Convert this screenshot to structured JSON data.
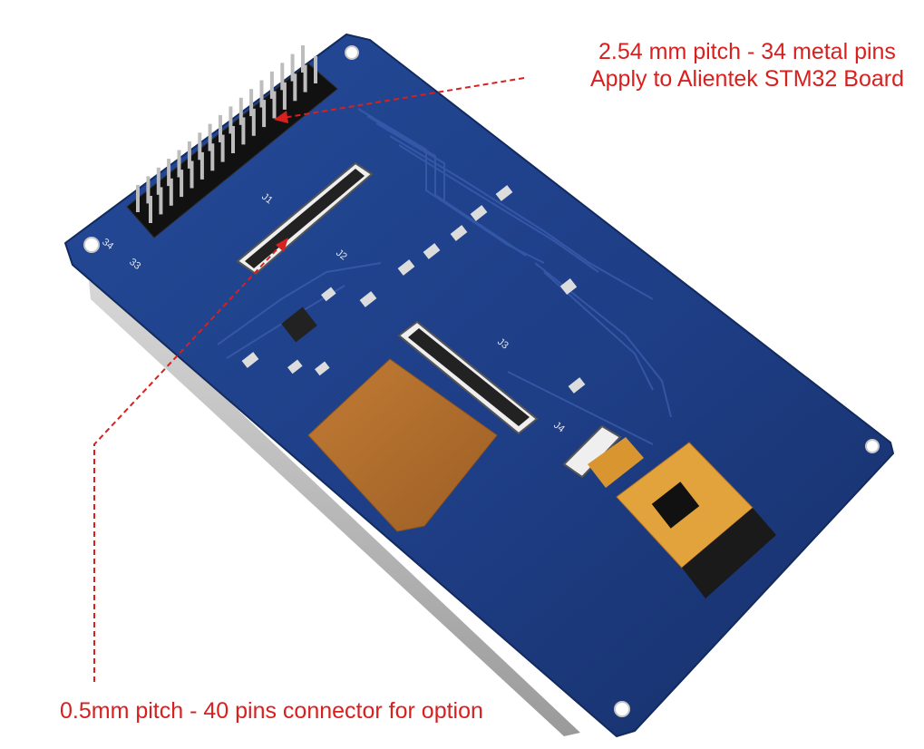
{
  "callouts": {
    "top_line1": "2.54 mm pitch - 34 metal pins",
    "top_line2": "Apply to Alientek STM32 Board",
    "bottom": "0.5mm pitch - 40 pins connector for option"
  },
  "silkscreen": {
    "header_pin_last": "34",
    "header_pin_second_last": "33",
    "connector_j1": "J1",
    "connector_j2": "J2",
    "connector_j3": "J3",
    "connector_j4": "J4"
  },
  "colors": {
    "pcb_blue": "#1e3e86",
    "pcb_dark": "#17306a",
    "trace": "#3a5cad",
    "callout_red": "#d8201f",
    "flex_copper": "#b8732f",
    "flex_yellow": "#e3a33c",
    "pin_black": "#1a1a1a"
  },
  "icons": [
    "pin-header-icon",
    "fpc-connector-icon",
    "flex-cable-icon",
    "touch-controller-chip-icon",
    "mounting-hole-icon"
  ]
}
